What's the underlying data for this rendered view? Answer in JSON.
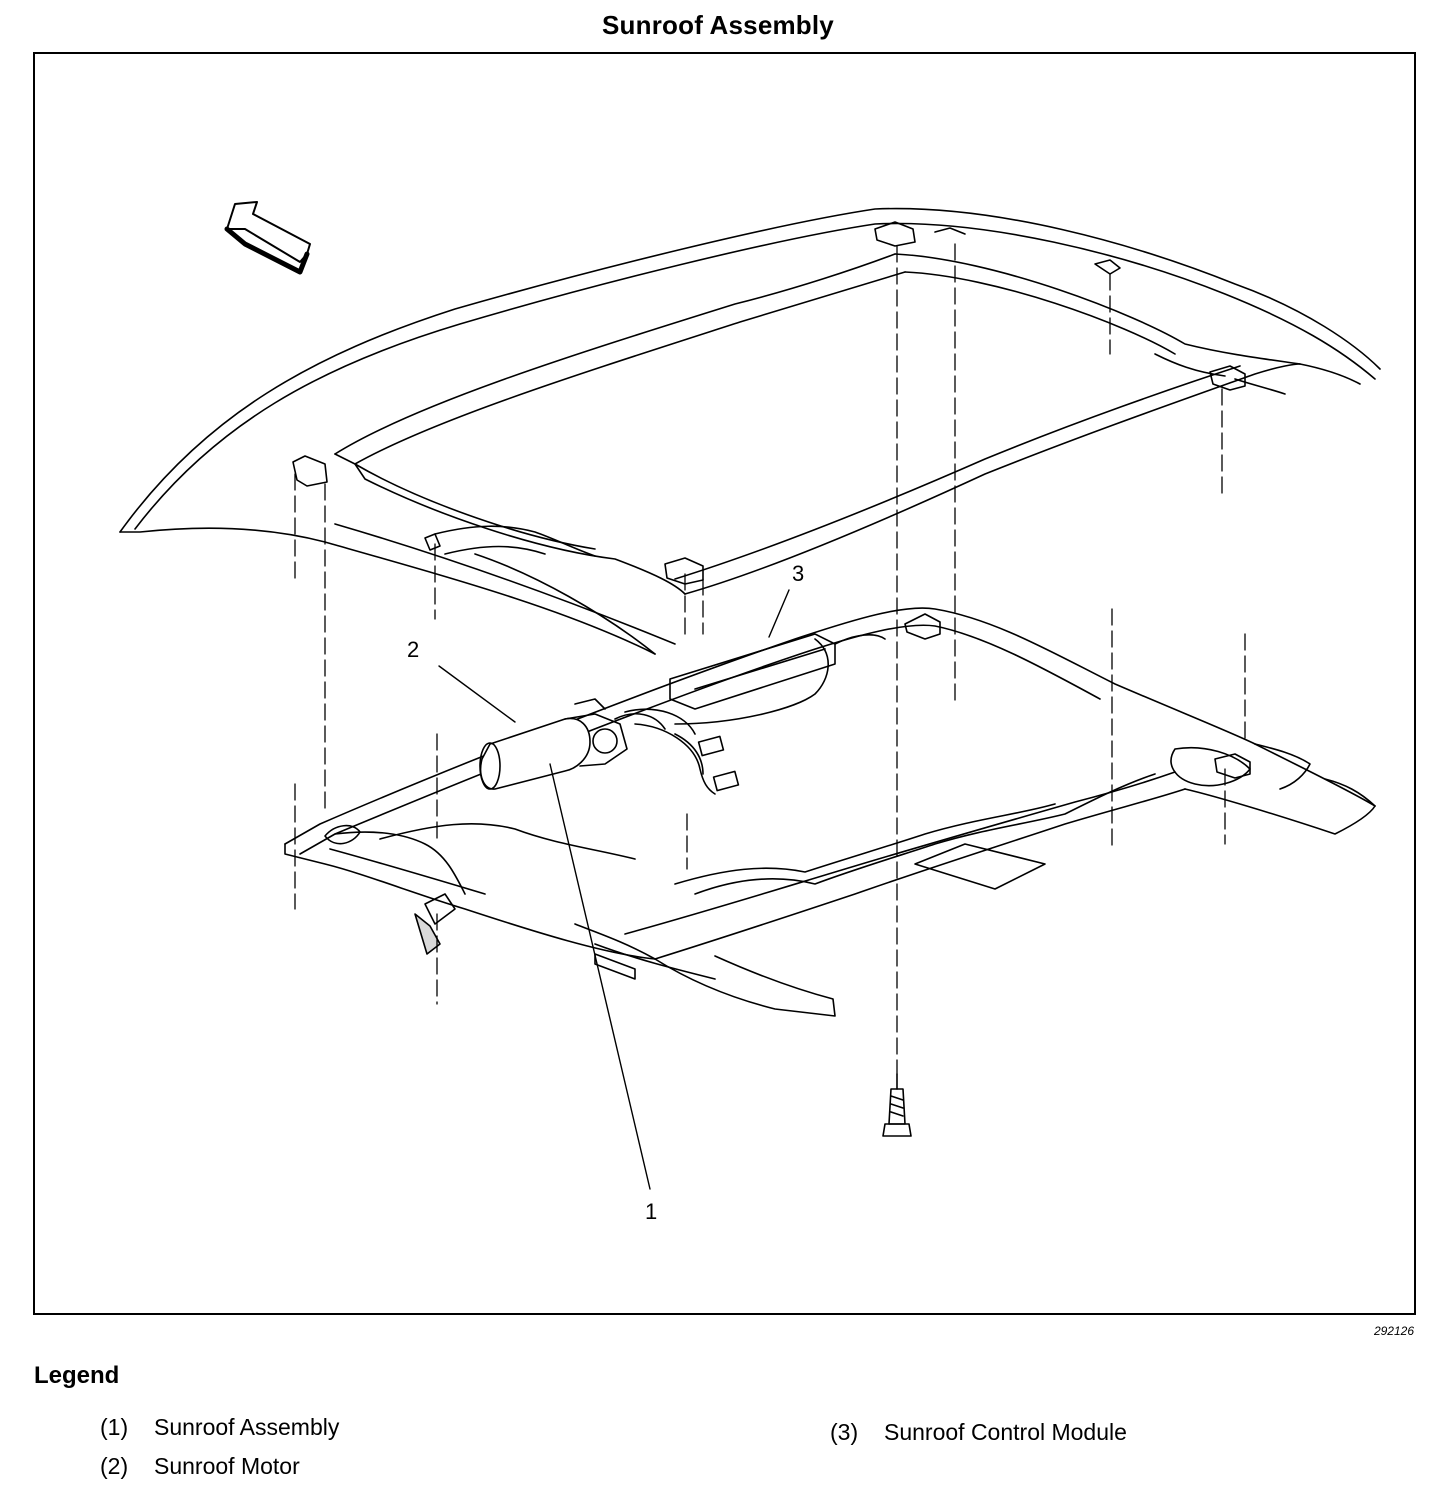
{
  "title": "Sunroof Assembly",
  "figure_id": "292126",
  "callouts": {
    "c1": "1",
    "c2": "2",
    "c3": "3"
  },
  "legend": {
    "heading": "Legend",
    "items": [
      {
        "num": "(1)",
        "label": "Sunroof Assembly"
      },
      {
        "num": "(2)",
        "label": "Sunroof Motor"
      },
      {
        "num": "(3)",
        "label": "Sunroof Control Module"
      }
    ]
  }
}
